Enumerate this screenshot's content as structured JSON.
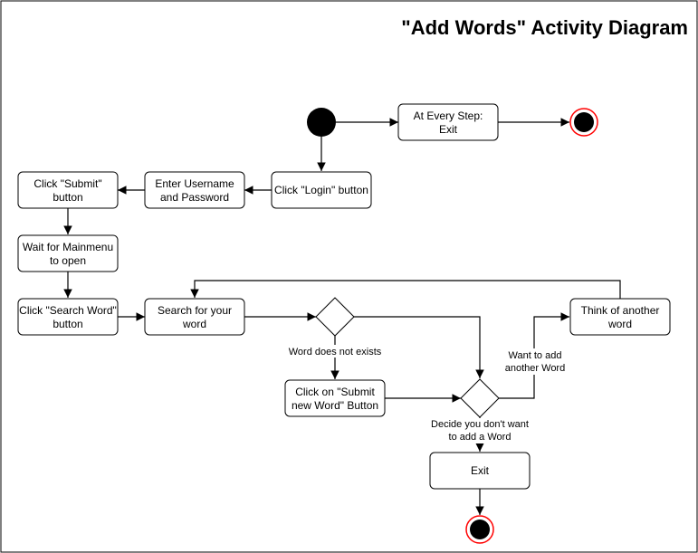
{
  "title": "\"Add Words\" Activity Diagram",
  "colors": {
    "final_ring": "#ff0000",
    "stroke": "#000000",
    "fill": "#ffffff"
  },
  "nodes": {
    "at_every_step": [
      "At Every Step:",
      "Exit"
    ],
    "login": [
      "Click \"Login\" button"
    ],
    "enter_credentials": [
      "Enter Username",
      "and Password"
    ],
    "submit": [
      "Click \"Submit\"",
      "button"
    ],
    "wait_mainmenu": [
      "Wait for Mainmenu",
      "to open"
    ],
    "search_word_btn": [
      "Click \"Search Word\"",
      "button"
    ],
    "search_your_word": [
      "Search for your",
      "word"
    ],
    "submit_new_word": [
      "Click on \"Submit",
      "new Word\" Button"
    ],
    "think_another": [
      "Think of another",
      "word"
    ],
    "exit": [
      "Exit"
    ]
  },
  "edge_labels": {
    "not_exists": [
      "Word does not exists"
    ],
    "want_add": [
      "Want to add",
      "another Word"
    ],
    "dont_want": [
      "Decide you don't want",
      "to add a Word"
    ]
  }
}
